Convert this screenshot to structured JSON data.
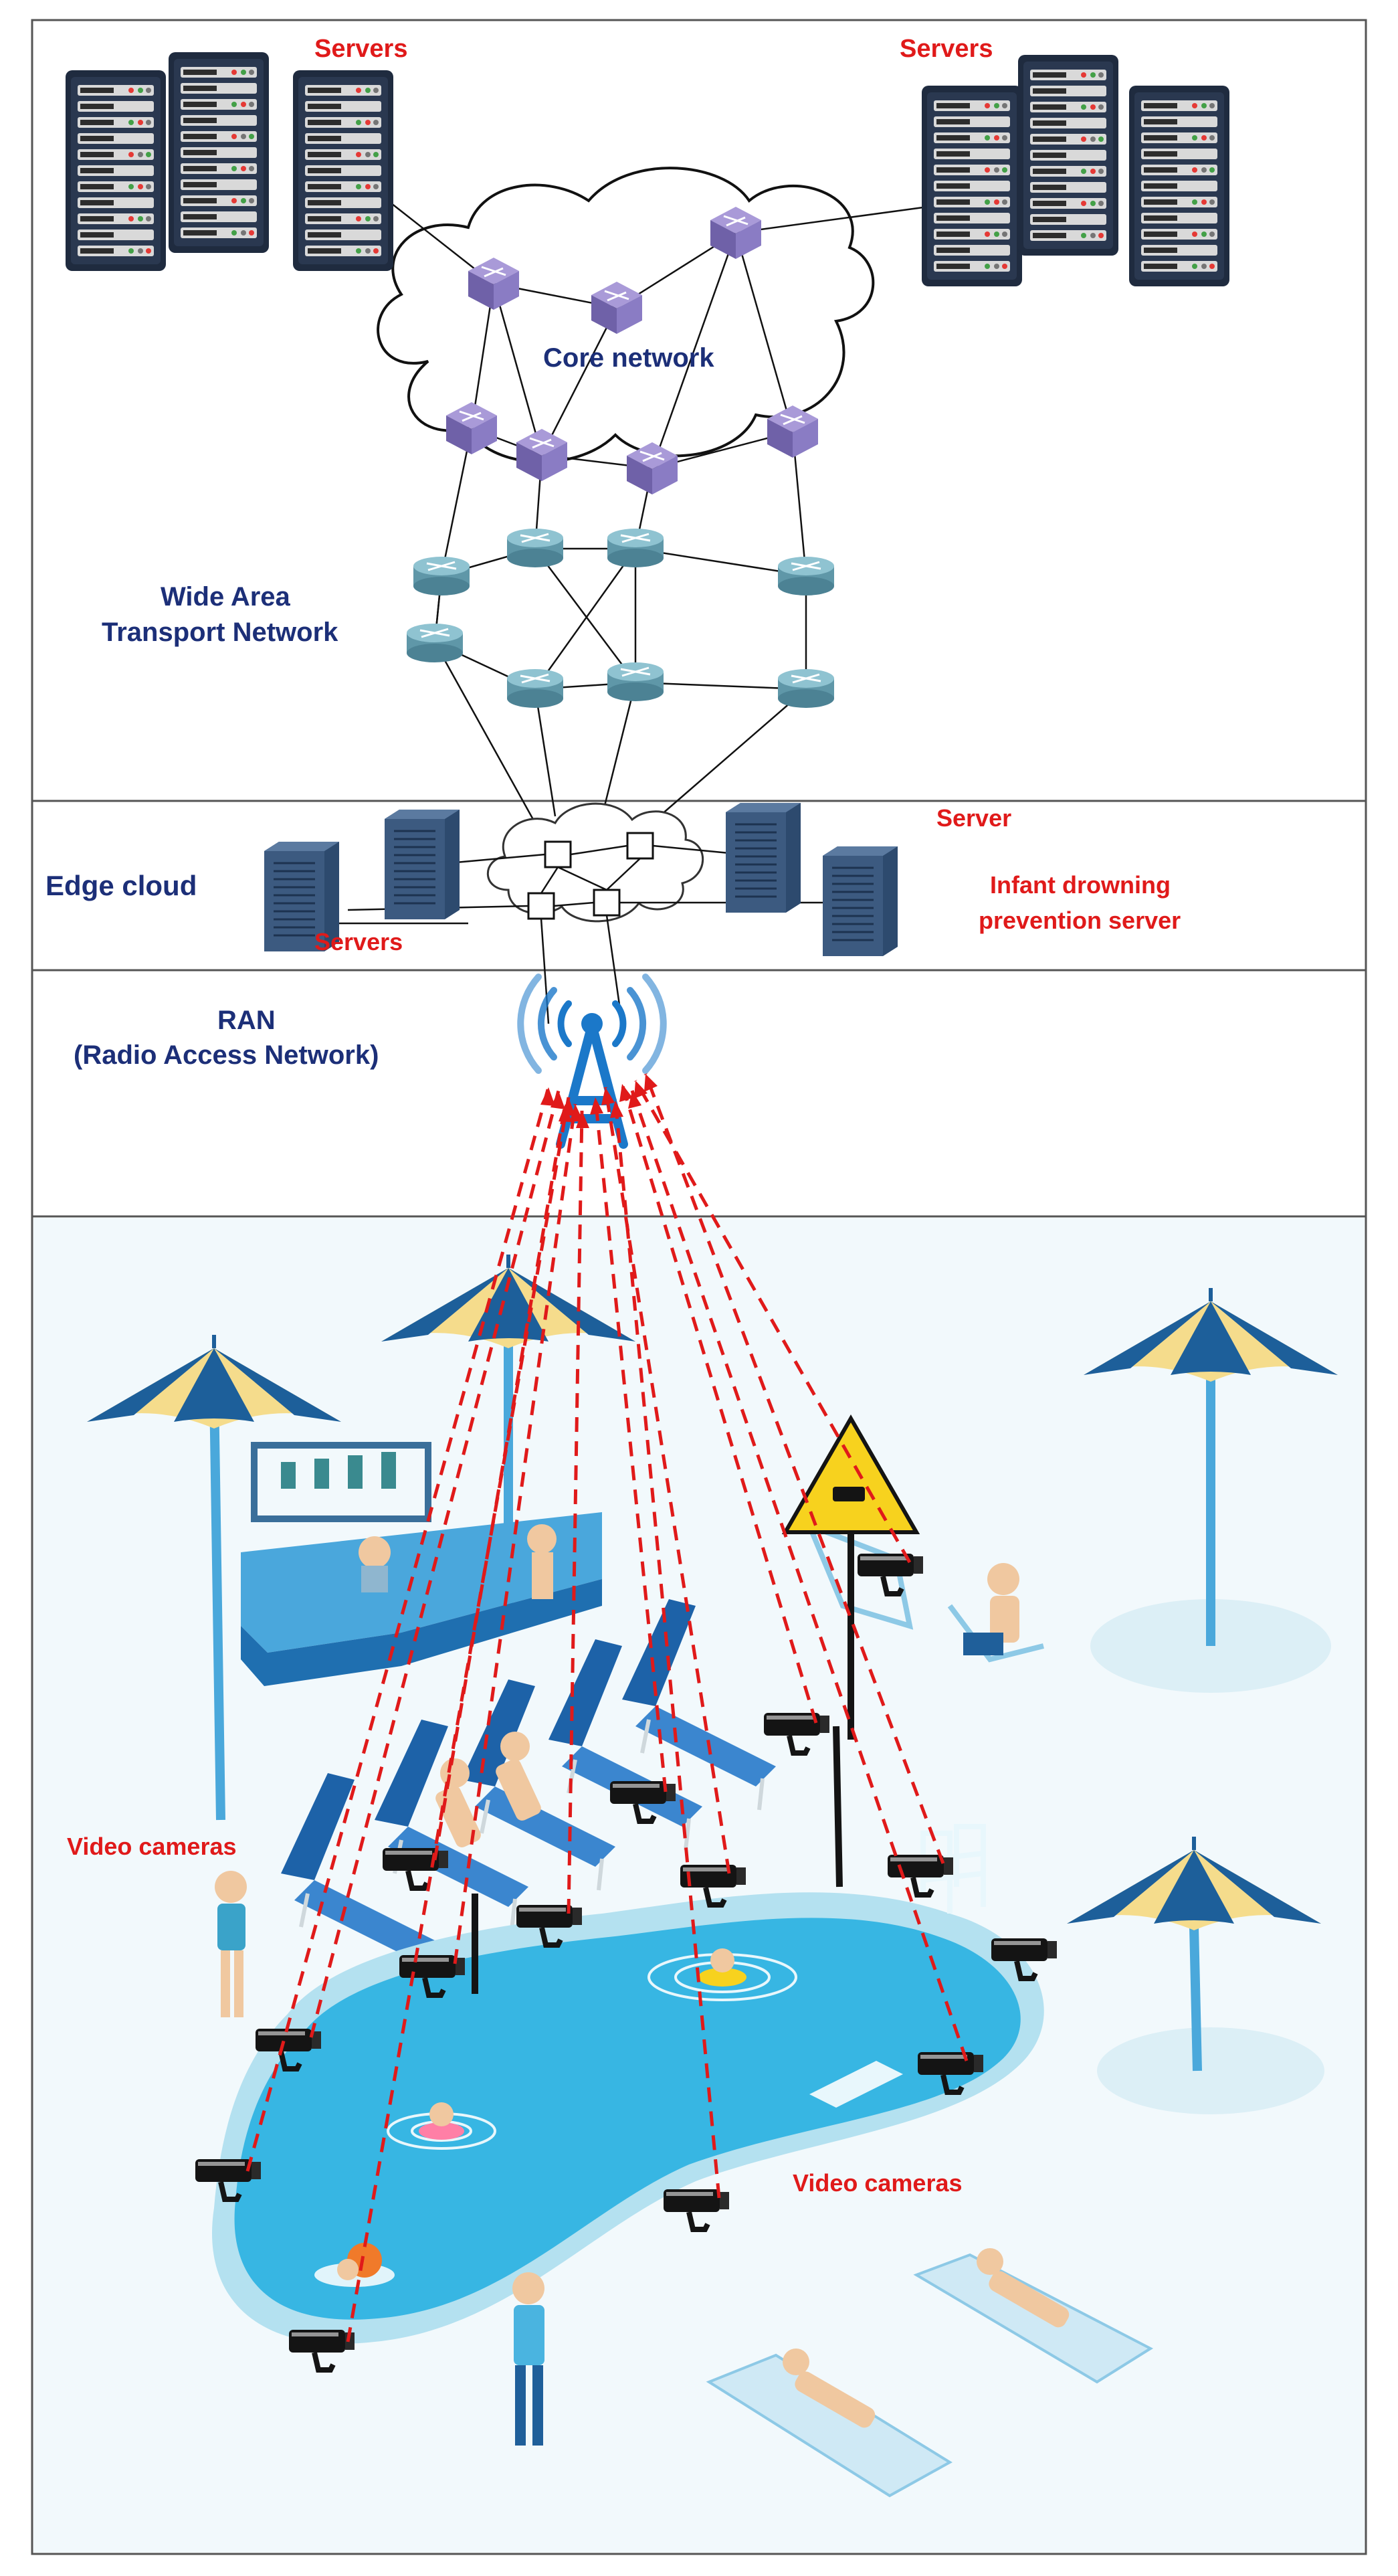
{
  "sections": {
    "core": {
      "servers_left_label": "Servers",
      "servers_right_label": "Servers",
      "cloud_label": "Core network",
      "wan_label_line1": "Wide Area",
      "wan_label_line2": "Transport Network"
    },
    "edge": {
      "label": "Edge cloud",
      "servers_label": "Servers",
      "server_label": "Server",
      "infant_server_line1": "Infant drowning",
      "infant_server_line2": "prevention server"
    },
    "ran": {
      "label_line1": "RAN",
      "label_line2": "(Radio Access Network)"
    },
    "pool": {
      "cameras_label_left": "Video cameras",
      "cameras_label_right": "Video cameras"
    }
  },
  "colors": {
    "label_blue": "#1c2f78",
    "label_red": "#e01a1a",
    "frame_line": "#555555",
    "server_dark": "#1f2b3f",
    "server_blue": "#3c5a80",
    "router_teal": "#6fa6b5",
    "switch_purple": "#7d6fb3",
    "tower_blue": "#1b78c9",
    "signal_dash_red": "#e01a1a",
    "umbrella_blue": "#1d5f9a",
    "umbrella_yellow": "#f5dc8c",
    "pool_water": "#37b6e3",
    "pool_rim": "#b4e1f0",
    "ground_tint": "#e6f4f9",
    "camera_black": "#141414",
    "warning_yellow": "#f7d21e"
  },
  "icons": [
    "server-rack-icon",
    "network-switch-icon",
    "router-icon",
    "cell-tower-icon",
    "cctv-camera-icon",
    "umbrella-icon",
    "warning-sign-icon",
    "swimmer-icon",
    "sun-lounger-icon"
  ]
}
